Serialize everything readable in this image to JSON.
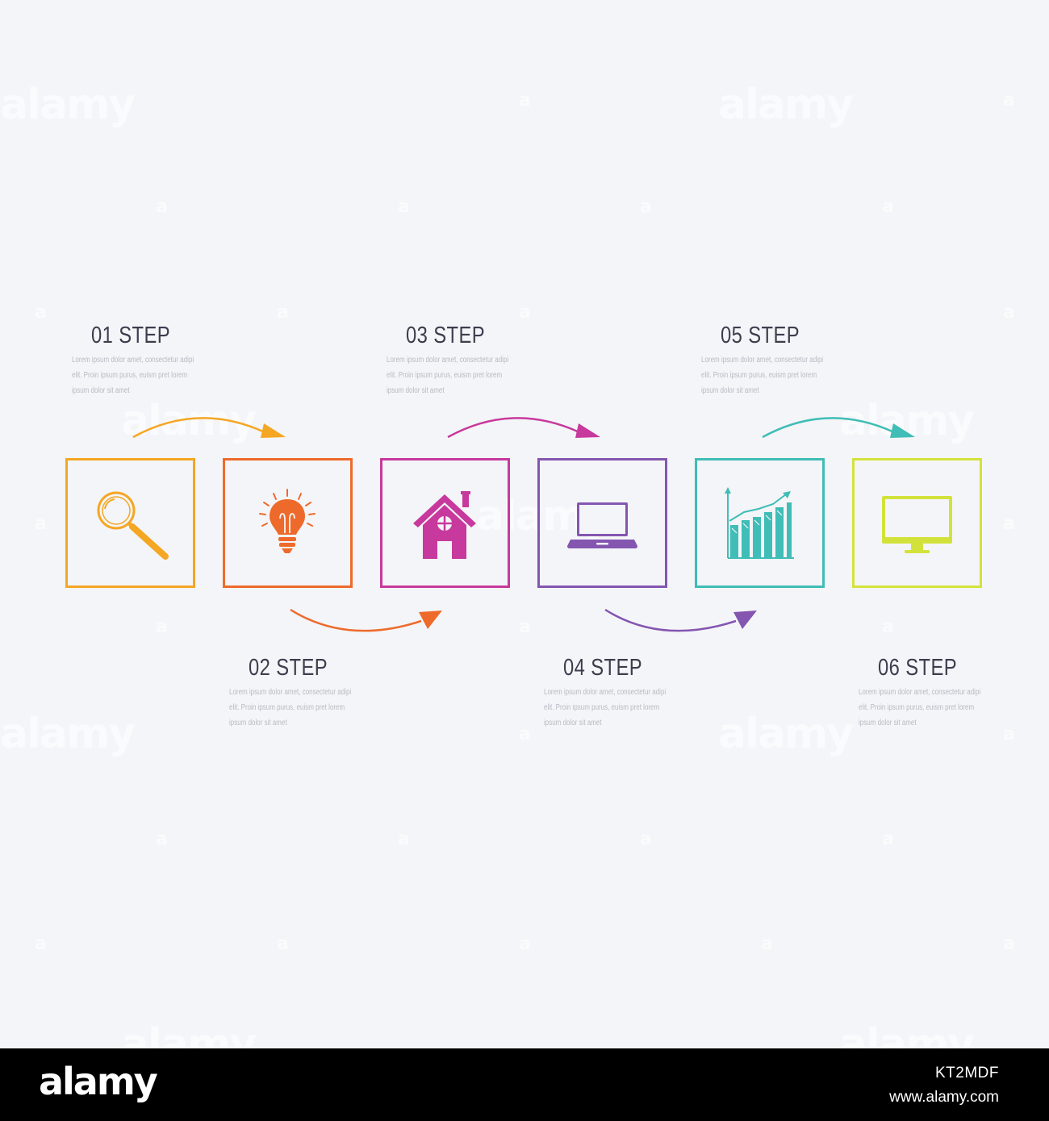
{
  "watermark": {
    "word": "alamy",
    "letter": "a"
  },
  "steps": [
    {
      "title": "01 STEP",
      "text": "Lorem ipsum dolor amet, consectetur adipi elit. Proin ipsum purus, euism pret lorem ipsum dolor sit amet",
      "color": "#f5a623",
      "icon": "magnifier-icon"
    },
    {
      "title": "02 STEP",
      "text": "Lorem ipsum dolor amet, consectetur adipi elit. Proin ipsum purus, euism pret lorem ipsum dolor sit amet",
      "color": "#ee6a2b",
      "icon": "lightbulb-icon"
    },
    {
      "title": "03 STEP",
      "text": "Lorem ipsum dolor amet, consectetur adipi elit. Proin ipsum purus, euism pret lorem ipsum dolor sit amet",
      "color": "#c7399d",
      "icon": "house-icon"
    },
    {
      "title": "04 STEP",
      "text": "Lorem ipsum dolor amet, consectetur adipi elit. Proin ipsum purus, euism pret lorem ipsum dolor sit amet",
      "color": "#8456b0",
      "icon": "laptop-icon"
    },
    {
      "title": "05 STEP",
      "text": "Lorem ipsum dolor amet, consectetur adipi elit. Proin ipsum purus, euism pret lorem ipsum dolor sit amet",
      "color": "#3fbdb6",
      "icon": "bar-chart-icon"
    },
    {
      "title": "06 STEP",
      "text": "Lorem ipsum dolor amet, consectetur adipi elit. Proin ipsum purus, euism pret lorem ipsum dolor sit amet",
      "color": "#d3e23b",
      "icon": "monitor-icon"
    }
  ],
  "footer": {
    "brand": "alamy",
    "image_id": "KT2MDF",
    "url": "www.alamy.com"
  }
}
